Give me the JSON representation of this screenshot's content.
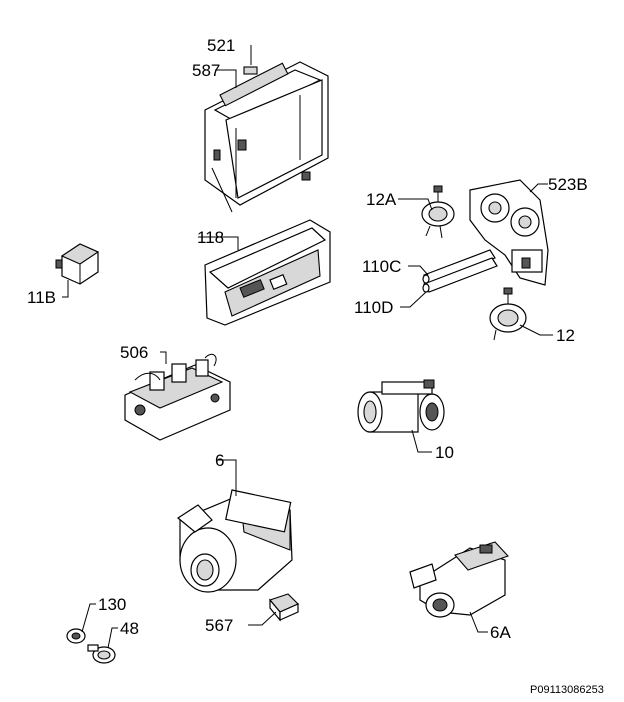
{
  "diagram": {
    "reference_code": "P09113086253",
    "callouts": [
      {
        "id": "521",
        "label": "521"
      },
      {
        "id": "587",
        "label": "587"
      },
      {
        "id": "12A",
        "label": "12A"
      },
      {
        "id": "523B",
        "label": "523B"
      },
      {
        "id": "118",
        "label": "118"
      },
      {
        "id": "110C",
        "label": "110C"
      },
      {
        "id": "110D",
        "label": "110D"
      },
      {
        "id": "11B",
        "label": "11B"
      },
      {
        "id": "12",
        "label": "12"
      },
      {
        "id": "506",
        "label": "506"
      },
      {
        "id": "10",
        "label": "10"
      },
      {
        "id": "6",
        "label": "6"
      },
      {
        "id": "130",
        "label": "130"
      },
      {
        "id": "48",
        "label": "48"
      },
      {
        "id": "567",
        "label": "567"
      },
      {
        "id": "6A",
        "label": "6A"
      }
    ]
  }
}
